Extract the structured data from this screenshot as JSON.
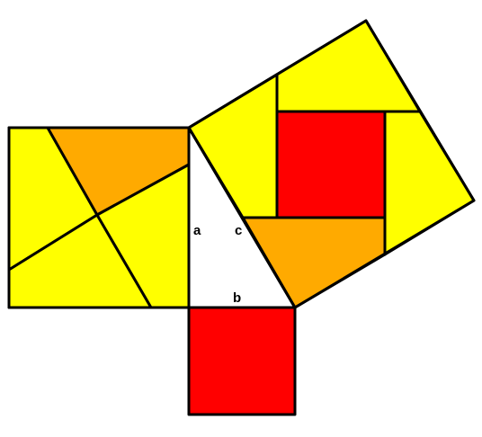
{
  "labels": {
    "a": "a",
    "b": "b",
    "c": "c"
  },
  "colors": {
    "yellow": "#ffff00",
    "orange": "#ffaa00",
    "red": "#ff0000",
    "triangle": "#ffffff",
    "line": "#000000"
  }
}
